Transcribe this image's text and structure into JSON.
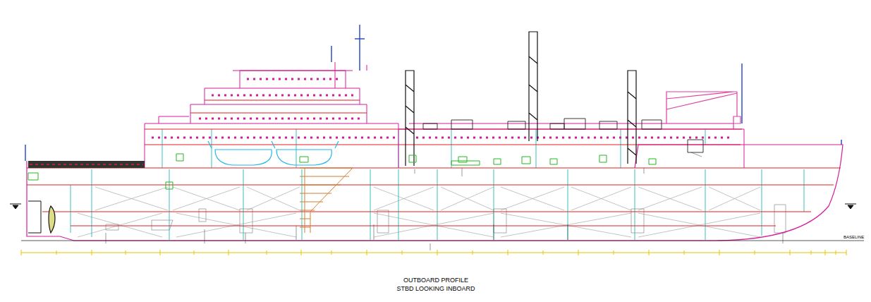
{
  "diagram": {
    "title": "OUTBOARD PROFILE",
    "caption": "STBD LOOKING INBOARD",
    "labels": [
      "BASELINE"
    ]
  }
}
